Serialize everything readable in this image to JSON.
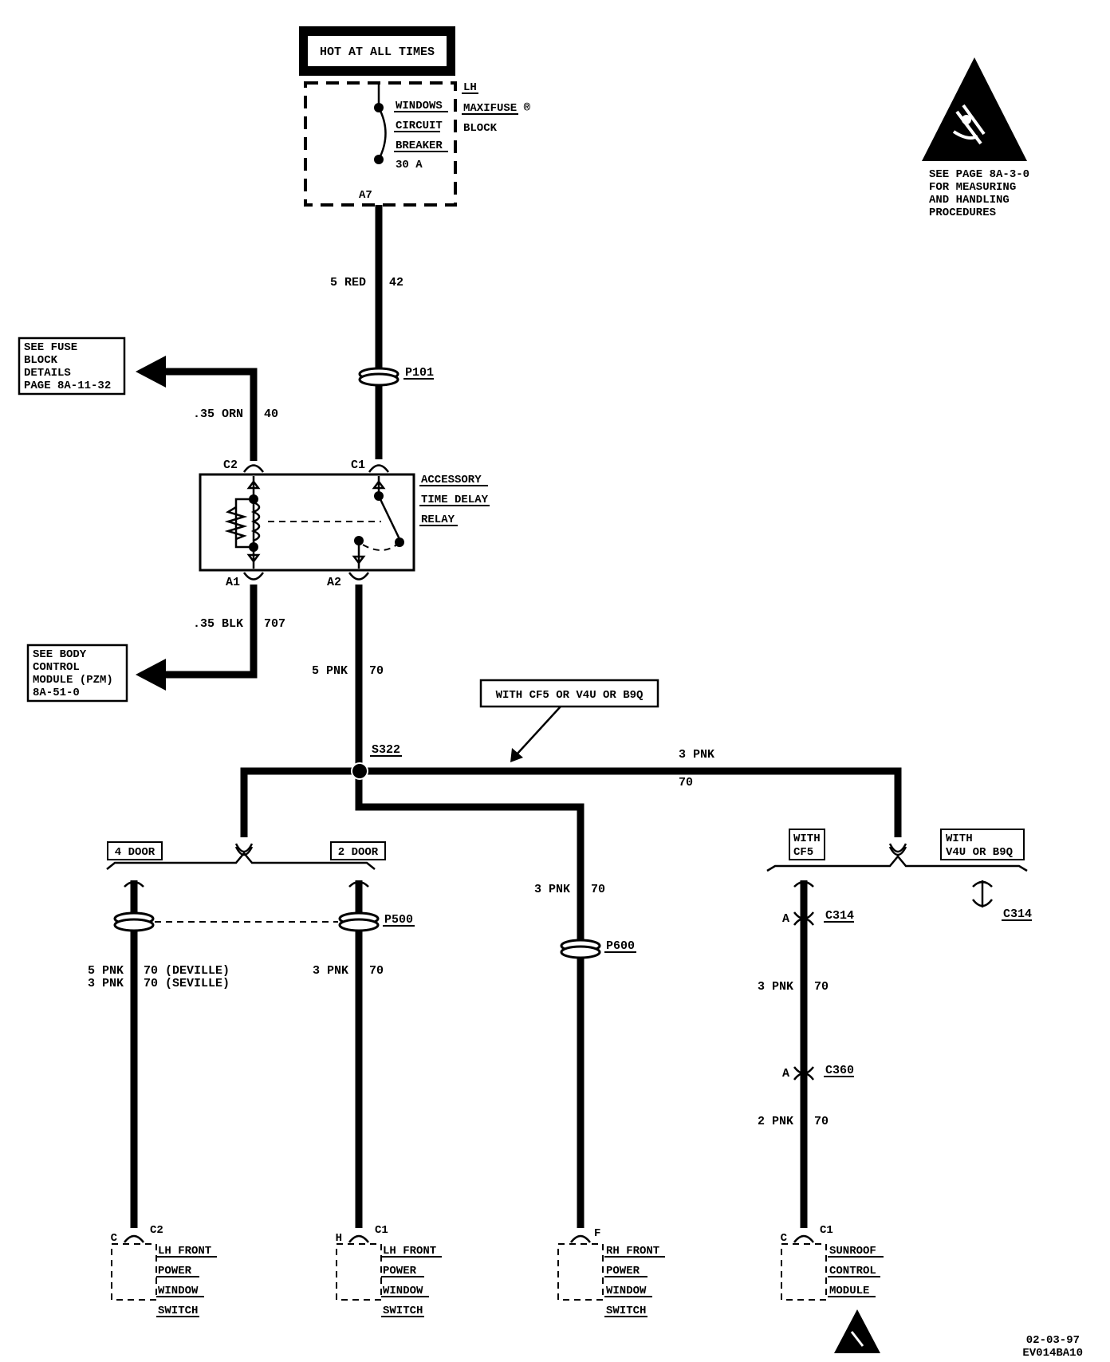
{
  "hot_label": "HOT AT ALL TIMES",
  "fuse_block": {
    "breaker_lines": [
      "WINDOWS",
      "CIRCUIT",
      "BREAKER",
      "30 A"
    ],
    "block_lines": [
      "LH",
      "MAXIFUSE ®",
      "BLOCK"
    ],
    "terminal": "A7"
  },
  "esd_note_lines": [
    "SEE PAGE 8A-3-0",
    "FOR MEASURING",
    "AND HANDLING",
    "PROCEDURES"
  ],
  "wire_main": {
    "size_color": "5 RED",
    "circuit": "42"
  },
  "connector_p101": "P101",
  "fuse_ref_lines": [
    "SEE FUSE",
    "BLOCK",
    "DETAILS",
    "PAGE 8A-11-32"
  ],
  "wire_orn": {
    "size_color": ".35 ORN",
    "circuit": "40"
  },
  "relay": {
    "name_lines": [
      "ACCESSORY",
      "TIME DELAY",
      "RELAY"
    ],
    "c2": "C2",
    "c1": "C1",
    "a1": "A1",
    "a2": "A2"
  },
  "wire_blk": {
    "size_color": ".35 BLK",
    "circuit": "707"
  },
  "bcm_ref_lines": [
    "SEE BODY",
    "CONTROL",
    "MODULE (PZM)",
    "8A-51-0"
  ],
  "wire_pnk5": {
    "size_color": "5 PNK",
    "circuit": "70"
  },
  "option_note": "WITH CF5 OR V4U OR B9Q",
  "splice": "S322",
  "wire_right": {
    "size_color": "3 PNK",
    "circuit": "70"
  },
  "door4": "4 DOOR",
  "door2": "2 DOOR",
  "with_cf5": [
    "WITH",
    "CF5"
  ],
  "with_v4u": [
    "WITH",
    "V4U OR B9Q"
  ],
  "connector_p500": "P500",
  "connector_p600": "P600",
  "c314_a": {
    "pin": "A",
    "name": "C314"
  },
  "c314_b": "C314",
  "lh_wire_lines": [
    {
      "size_color": "5 PNK",
      "circuit": "70 (DEVILLE)"
    },
    {
      "size_color": "3 PNK",
      "circuit": "70 (SEVILLE)"
    }
  ],
  "wire_2door": {
    "size_color": "3 PNK",
    "circuit": "70"
  },
  "wire_rh": {
    "size_color": "3 PNK",
    "circuit": "70"
  },
  "wire_sun1": {
    "size_color": "3 PNK",
    "circuit": "70"
  },
  "c360": {
    "pin": "A",
    "name": "C360"
  },
  "wire_sun2": {
    "size_color": "2 PNK",
    "circuit": "70"
  },
  "comp1": {
    "pin": "C",
    "conn": "C2",
    "lines": [
      "LH FRONT",
      "POWER",
      "WINDOW",
      "SWITCH"
    ]
  },
  "comp2": {
    "pin": "H",
    "conn": "C1",
    "lines": [
      "LH FRONT",
      "POWER",
      "WINDOW",
      "SWITCH"
    ]
  },
  "comp3": {
    "pin": "F",
    "lines": [
      "RH FRONT",
      "POWER",
      "WINDOW",
      "SWITCH"
    ]
  },
  "comp4": {
    "pin": "C",
    "conn": "C1",
    "lines": [
      "SUNROOF",
      "CONTROL",
      "MODULE"
    ]
  },
  "footer": {
    "date": "02-03-97",
    "code": "EV014BA10"
  }
}
